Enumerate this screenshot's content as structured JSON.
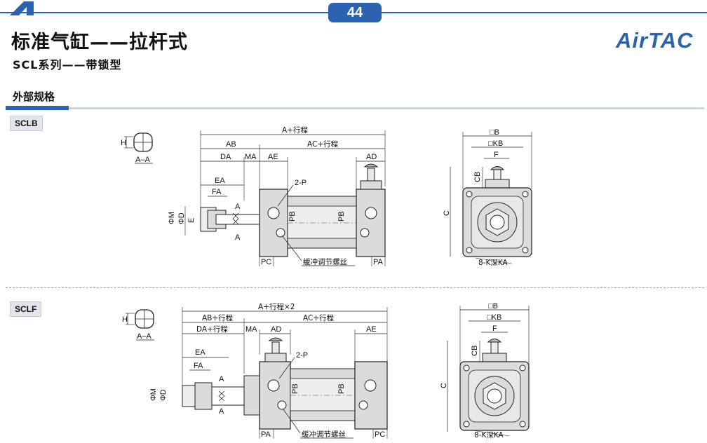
{
  "header": {
    "page_number": "44",
    "title": "标准气缸——拉杆式",
    "series": "SCL系列——带锁型",
    "brand": "AirTAC"
  },
  "section": {
    "title": "外部规格"
  },
  "models": [
    {
      "name": "SCLB",
      "section_label": "A–A",
      "section_dim": "H",
      "side_labels": {
        "overall": "A+行程",
        "ab": "AB",
        "da": "DA",
        "ma": "MA",
        "ae": "AE",
        "ac": "AC+行程",
        "ad": "AD",
        "ea": "EA",
        "fa": "FA",
        "port": "2-P",
        "a_top": "A",
        "a_bottom": "A",
        "phi_m": "ΦM",
        "phi_d": "ΦD",
        "e": "E",
        "pb_left": "PB",
        "pb_right": "PB",
        "pc": "PC",
        "pa": "PA",
        "cushion": "缓冲调节螺丝"
      },
      "end_labels": {
        "b": "□B",
        "kb": "□KB",
        "f": "F",
        "cb": "CB",
        "c": "C",
        "holes": "8-K深KA"
      }
    },
    {
      "name": "SCLF",
      "section_label": "A–A",
      "section_dim": "H",
      "side_labels": {
        "overall": "A+行程×2",
        "ab": "AB+行程",
        "da": "DA+行程",
        "ma": "MA",
        "ad": "AD",
        "ac": "AC+行程",
        "ae": "AE",
        "ea": "EA",
        "fa": "FA",
        "port": "2-P",
        "a_top": "A",
        "a_bottom": "A",
        "phi_m": "ΦM",
        "phi_d": "ΦD",
        "pb_left": "PB",
        "pb_right": "PB",
        "pa": "PA",
        "pc": "PC",
        "cushion": "缓冲调节螺丝"
      },
      "end_labels": {
        "b": "□B",
        "kb": "□KB",
        "f": "F",
        "cb": "CB",
        "c": "C",
        "holes": "8-K深KA"
      }
    }
  ],
  "colors": {
    "accent": "#2b63b0",
    "accent_light": "#c5d7ee",
    "part_fill": "#d9dbdd"
  }
}
